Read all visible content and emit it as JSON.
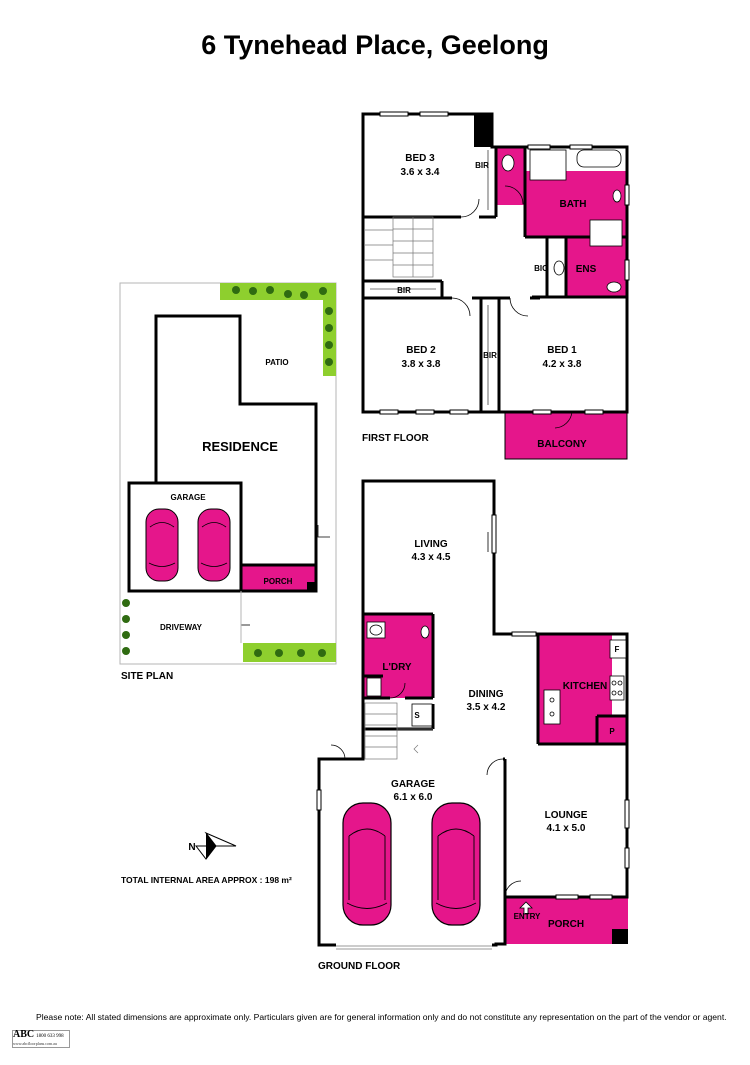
{
  "title": "6 Tynehead Place, Geelong",
  "colors": {
    "accent": "#e5168b",
    "grass": "#8ecf2e",
    "wall": "#000000"
  },
  "site_plan": {
    "label": "SITE PLAN",
    "patio": "PATIO",
    "residence": "RESIDENCE",
    "garage": "GARAGE",
    "porch": "PORCH",
    "driveway": "DRIVEWAY"
  },
  "first_floor": {
    "label": "FIRST FLOOR",
    "bed3": {
      "name": "BED 3",
      "dims": "3.6 x 3.4"
    },
    "bed2": {
      "name": "BED 2",
      "dims": "3.8 x 3.8"
    },
    "bed1": {
      "name": "BED 1",
      "dims": "4.2 x 3.8"
    },
    "bath": "BATH",
    "ens": "ENS",
    "bir": "BIR",
    "bic": "BIC",
    "balcony": "BALCONY"
  },
  "ground_floor": {
    "label": "GROUND FLOOR",
    "living": {
      "name": "LIVING",
      "dims": "4.3 x 4.5"
    },
    "dining": {
      "name": "DINING",
      "dims": "3.5 x 4.2"
    },
    "kitchen": "KITCHEN",
    "laundry": "L'DRY",
    "garage": {
      "name": "GARAGE",
      "dims": "6.1 x 6.0"
    },
    "lounge": {
      "name": "LOUNGE",
      "dims": "4.1 x 5.0"
    },
    "porch": "PORCH",
    "entry": "ENTRY",
    "f": "F",
    "p": "P",
    "s": "S"
  },
  "compass": "N",
  "total_area": "TOTAL INTERNAL AREA APPROX : 198 m²",
  "disclaimer": "Please note: All stated dimensions are approximate only. Particulars given are for general information only and do not constitute any representation on the part of the vendor or agent.",
  "logo": {
    "brand": "ABC",
    "phone": "1800 633 998",
    "url": "www.abcfloorplans.com.au"
  }
}
